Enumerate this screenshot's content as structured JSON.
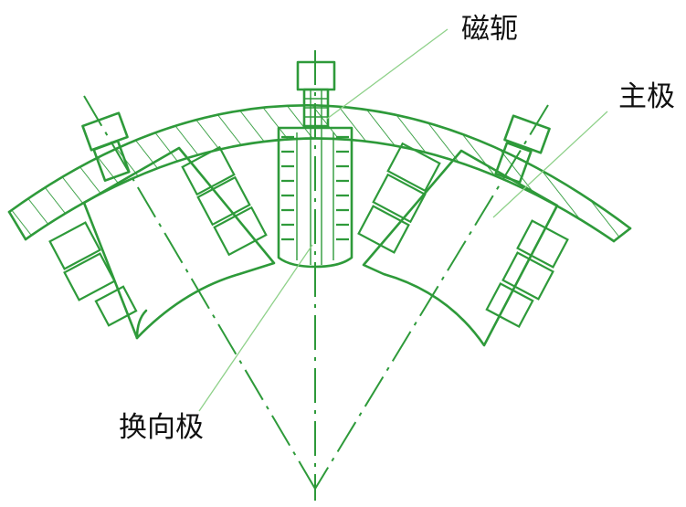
{
  "labels": {
    "yoke": "磁轭",
    "main_pole": "主极",
    "commutating_pole": "换向极"
  },
  "colors": {
    "line": "#2e9a3a",
    "leader": "#8fd18a",
    "text": "#111111"
  }
}
